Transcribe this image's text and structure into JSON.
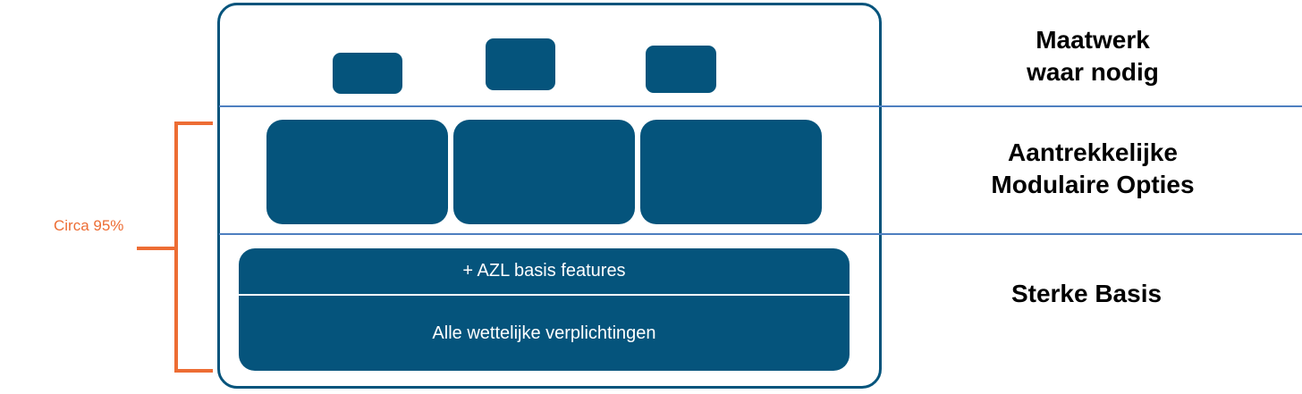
{
  "layers": {
    "maatwerk": {
      "line1": "Maatwerk",
      "line2": "waar nodig"
    },
    "modulair": {
      "line1": "Aantrekkelijke",
      "line2": "Modulaire Opties"
    },
    "basis": {
      "line1": "Sterke Basis"
    }
  },
  "base_block": {
    "top_text": "+ AZL basis features",
    "bottom_text": "Alle wettelijke verplichtingen"
  },
  "brace": {
    "label": "Circa 95%"
  },
  "colors": {
    "block_fill": "#05547c",
    "frame_stroke": "#05547c",
    "divider_line": "#4e7fc0",
    "brace": "#ed6d34",
    "label_text": "#000000"
  }
}
